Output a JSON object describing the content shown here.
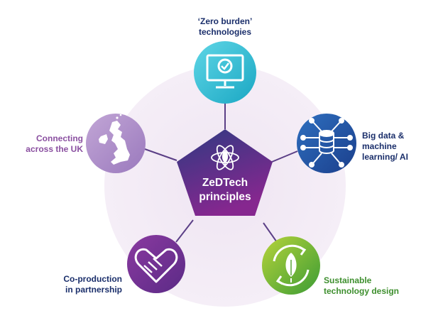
{
  "center": {
    "line1": "ZeDTech",
    "line2": "principles",
    "icon": "atom-leaf-icon"
  },
  "principles": [
    {
      "id": "zero-burden",
      "lines": [
        "‘Zero burden’",
        "technologies"
      ],
      "icon": "monitor-check-icon",
      "color": "#1b2f6b"
    },
    {
      "id": "big-data",
      "lines": [
        "Big data &",
        "machine",
        "learning/ AI"
      ],
      "icon": "database-network-icon",
      "color": "#1b2f6b"
    },
    {
      "id": "sustainable",
      "lines": [
        "Sustainable",
        "technology design"
      ],
      "icon": "recycle-leaf-icon",
      "color": "#3e8f2e"
    },
    {
      "id": "co-production",
      "lines": [
        "Co-production",
        "in partnership"
      ],
      "icon": "handshake-heart-icon",
      "color": "#1b2f6b"
    },
    {
      "id": "connecting",
      "lines": [
        "Connecting",
        "across the UK"
      ],
      "icon": "uk-map-icon",
      "color": "#8a4fa0"
    }
  ],
  "colors": {
    "background_circle": "#f1e9f4",
    "connector": "#5b3f86",
    "pentagon_top": "#3a2d7a",
    "pentagon_bottom": "#7a2c8e"
  }
}
